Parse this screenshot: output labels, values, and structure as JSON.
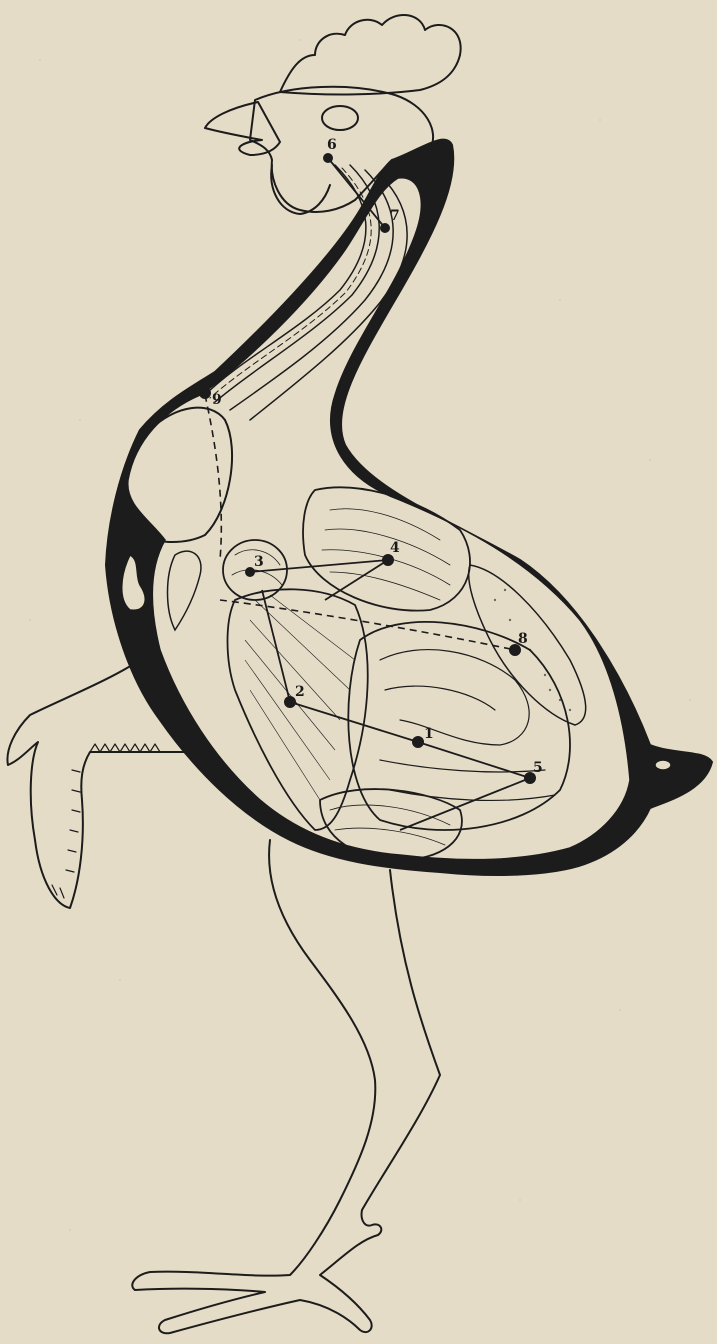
{
  "figure": {
    "labels": [
      {
        "id": "1",
        "text": "1"
      },
      {
        "id": "2",
        "text": "2"
      },
      {
        "id": "3",
        "text": "3"
      },
      {
        "id": "4",
        "text": "4"
      },
      {
        "id": "5",
        "text": "5"
      },
      {
        "id": "6",
        "text": "6"
      },
      {
        "id": "7",
        "text": "7"
      },
      {
        "id": "8",
        "text": "8"
      },
      {
        "id": "9",
        "text": "9"
      }
    ]
  },
  "colors": {
    "paper": "#e5dcc8",
    "ink": "#1c1c1c",
    "organ_fill": "#ddd3bd"
  }
}
